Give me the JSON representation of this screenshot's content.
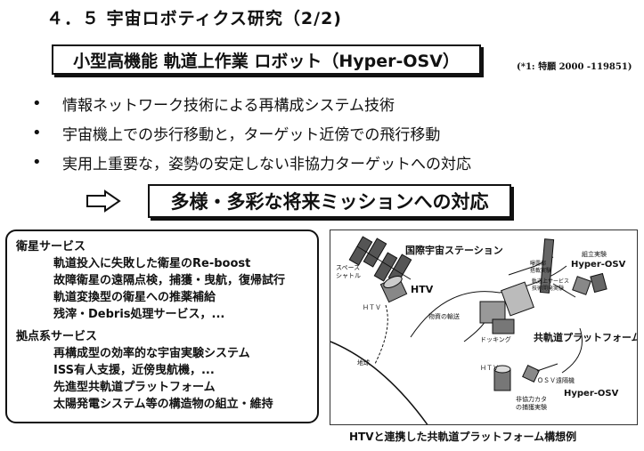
{
  "header": {
    "title": "４．５  宇宙ロボティクス研究（2/2)",
    "subtitle": "小型高機能 軌道上作業 ロボット（Hyper-OSV）",
    "patent_note": "(*1: 特願 2000 -119851)"
  },
  "bullets": [
    "情報ネットワーク技術による再構成システム技術",
    "宇宙機上での歩行移動と，ターゲット近傍での飛行移動",
    "実用上重要な，姿勢の安定しない非協力ターゲットへの対応"
  ],
  "mission": "多様・多彩な将来ミッションへの対応",
  "services": {
    "satellite": {
      "heading": "衛星サービス",
      "items": [
        "軌道投入に失敗した衛星のRe-boost",
        "故障衛星の遠隔点検，捕獲・曳航，復帰試行",
        "軌道変換型の衛星への推薬補給",
        "残滓・Debris処理サービス，..."
      ]
    },
    "base": {
      "heading": "拠点系サービス",
      "items": [
        "再構成型の効率的な宇宙実験システム",
        "ISS有人支援，近傍曳航機，...",
        "先進型共軌道プラットフォーム",
        "太陽発電システム等の構造物の組立・維持"
      ]
    }
  },
  "diagram": {
    "iss": "国際宇宙ステーション",
    "space_shuttle": "スペース\nシャトル",
    "htv_large": "HTV",
    "htv_small": "ＨＴＶ",
    "htv_small2": "ＨＴＶ",
    "transport": "物資の輸送",
    "docking": "ドッキング",
    "platform": "共軌道プラットフォーム",
    "assembly": "組立実験",
    "hyper_osv_top": "Hyper-OSV",
    "hyper_osv_bottom": "Hyper-OSV",
    "osv_flight": "ＯＳＶ遠隔機",
    "capture": "非協力カタ\nの捕獲実験",
    "earth": "地球",
    "maintenance": "軌道上サービス\n技術開発実験",
    "mount": "曝露部\n搭載実験"
  },
  "caption": "HTVと連携した共軌道プラットフォーム構想例"
}
